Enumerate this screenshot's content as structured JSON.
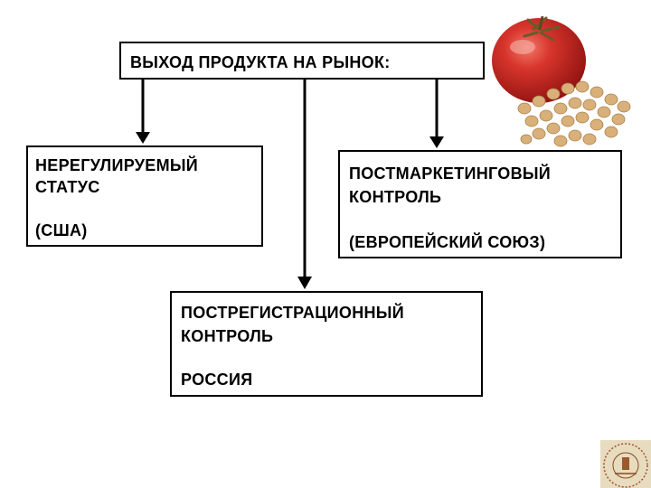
{
  "top_box": {
    "label": "ВЫХОД  ПРОДУКТА НА РЫНОК:"
  },
  "left_box": {
    "line1": "НЕРЕГУЛИРУЕМЫЙ",
    "line2": "СТАТУС",
    "line3": "(США)"
  },
  "right_box": {
    "line1": "ПОСТМАРКЕТИНГОВЫЙ",
    "line2": "КОНТРОЛЬ",
    "line3": "(ЕВРОПЕЙСКИЙ СОЮЗ)"
  },
  "bottom_box": {
    "line1": "ПОСТРЕГИСТРАЦИОННЫЙ",
    "line2": "КОНТРОЛЬ",
    "line3": "РОССИЯ"
  },
  "colors": {
    "tomato": "#c8201e",
    "soybean": "#d9b07a",
    "logo_bg": "#e8dcc0"
  },
  "icons": [
    "tomato-image",
    "soybeans-image",
    "emblem-logo"
  ]
}
